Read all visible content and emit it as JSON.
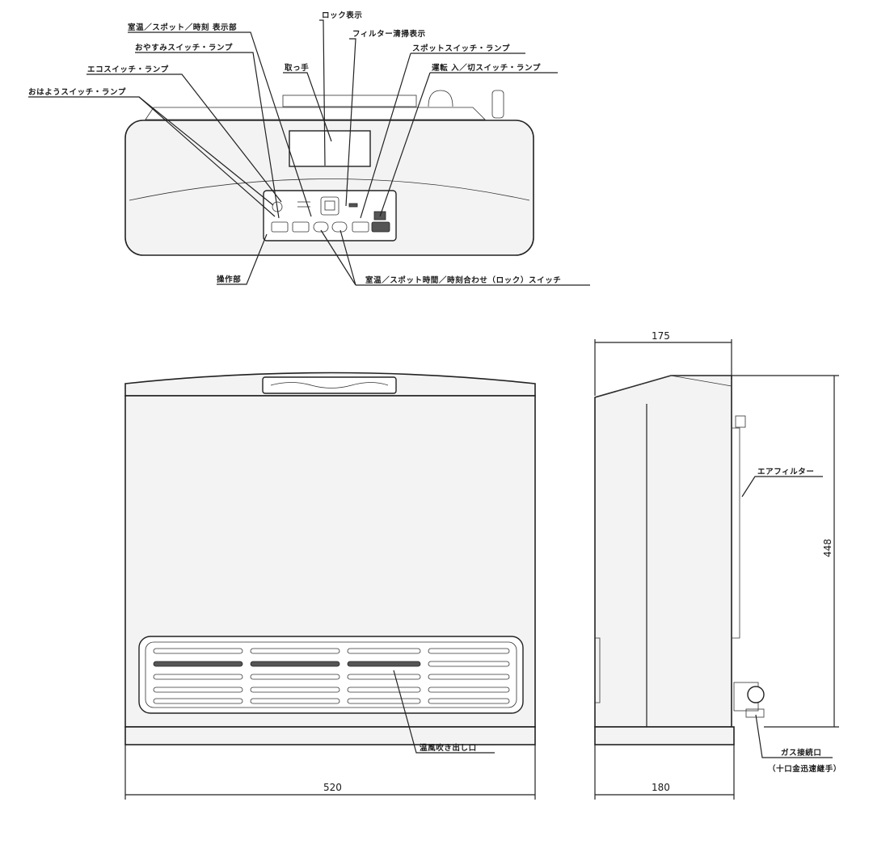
{
  "top_view": {
    "labels": {
      "temp_spot_time_display": "室温／スポット／時刻 表示部",
      "lock_display": "ロック表示",
      "filter_clean_display": "フィルター清掃表示",
      "rest_switch_lamp": "おやすみスイッチ・ランプ",
      "spot_switch_lamp": "スポットスイッチ・ランプ",
      "handle": "取っ手",
      "operation_switch_lamp": "運転 入／切スイッチ・ランプ",
      "eco_switch_lamp": "エコスイッチ・ランプ",
      "morning_switch_lamp": "おはようスイッチ・ランプ",
      "control_panel": "操作部",
      "temp_time_lock_switch": "室温／スポット時間／時刻合わせ（ロック）スイッチ"
    }
  },
  "front_view": {
    "labels": {
      "warm_air_outlet": "温風吹き出し口"
    },
    "dimensions": {
      "width": "520"
    }
  },
  "side_view": {
    "labels": {
      "air_filter": "エアフィルター",
      "gas_inlet": "ガス接続口",
      "gas_inlet_note": "（十口金迅速継手）"
    },
    "dimensions": {
      "top_depth": "175",
      "bottom_depth": "180",
      "height": "448"
    }
  }
}
